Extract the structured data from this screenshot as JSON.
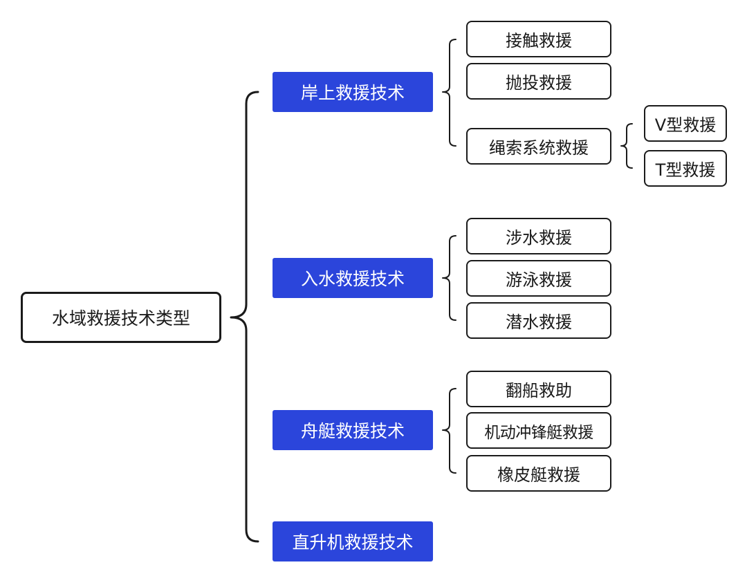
{
  "root": {
    "label": "水域救援技术类型"
  },
  "categories": [
    {
      "label": "岸上救援技术",
      "children": [
        {
          "label": "接触救援"
        },
        {
          "label": "抛投救援"
        },
        {
          "label": "绳索系统救援",
          "children": [
            {
              "label": "V型救援"
            },
            {
              "label": "T型救援"
            }
          ]
        }
      ]
    },
    {
      "label": "入水救援技术",
      "children": [
        {
          "label": "涉水救援"
        },
        {
          "label": "游泳救援"
        },
        {
          "label": "潜水救援"
        }
      ]
    },
    {
      "label": "舟艇救援技术",
      "children": [
        {
          "label": "翻船救助"
        },
        {
          "label": "机动冲锋艇救援"
        },
        {
          "label": "橡皮艇救援"
        }
      ]
    },
    {
      "label": "直升机救援技术"
    }
  ],
  "colors": {
    "category_fill": "#2b45db",
    "category_text": "#ffffff",
    "line": "#1a1a1a"
  }
}
